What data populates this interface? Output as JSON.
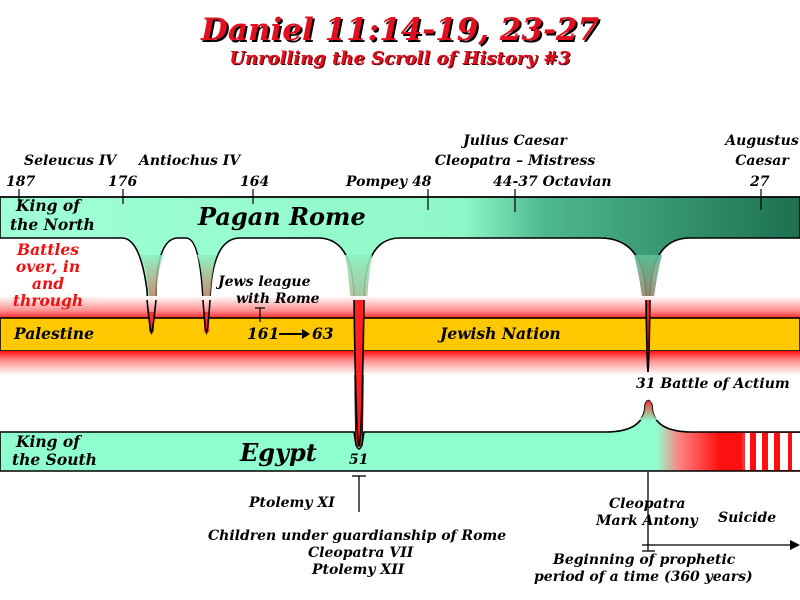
{
  "title": "Daniel 11:14-19, 23-27",
  "subtitle": "Unrolling the Scroll of History #3",
  "top_labels": {
    "seleucus": "Seleucus IV",
    "antiochus": "Antiochus IV",
    "julius": "Julius Caesar",
    "cleopatra_mistress": "Cleopatra – Mistress",
    "augustus": "Augustus",
    "caesar": "Caesar",
    "y187": "187",
    "y176": "176",
    "y164": "164",
    "pompey": "Pompey 48",
    "octavian": "44-37 Octavian",
    "y27": "27"
  },
  "bands": {
    "north_line1": "King of",
    "north_line2": "the North",
    "north_name": "Pagan Rome",
    "battles": [
      "Battles",
      "over, in",
      "and",
      "through"
    ],
    "palestine": "Palestine",
    "jewish_nation": "Jewish Nation",
    "south_line1": "King of",
    "south_line2": "the South",
    "south_name": "Egypt"
  },
  "events": {
    "jews_league_1": "Jews league",
    "jews_league_2": "with Rome",
    "range_start": "161",
    "range_end": "63",
    "battle_actium": "31 Battle of Actium",
    "y51": "51"
  },
  "bottom": {
    "ptolemy_xi": "Ptolemy XI",
    "children": "Children under guardianship of Rome",
    "cleopatra_vii": "Cleopatra VII",
    "ptolemy_xii": "Ptolemy XII",
    "cleopatra": "Cleopatra",
    "mark_antony": "Mark Antony",
    "suicide": "Suicide",
    "prophetic_1": "Beginning of prophetic",
    "prophetic_2": "period of a time (360 years)"
  },
  "colors": {
    "title_red": "#e01020",
    "north_band": "#9fffd4",
    "egypt_band": "#8fffd0",
    "palestine_band": "#ffc800",
    "glow_red": "#ff1010",
    "dark_teal": "#1a7a5a"
  }
}
